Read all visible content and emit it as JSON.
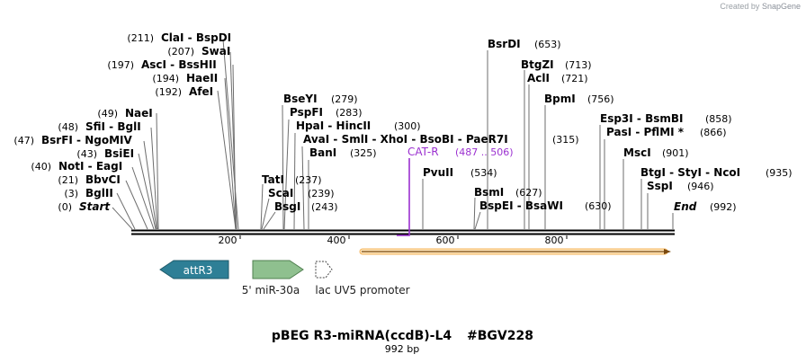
{
  "credit": {
    "prefix": "Created by",
    "brand": "SnapGene"
  },
  "title": "pBEG R3-miRNA(ccdB)-L4",
  "code": "#BGV228",
  "size_label": "992 bp",
  "length": 992,
  "ticks": [
    "200",
    "400",
    "600",
    "800"
  ],
  "sites_left": [
    {
      "pos": 211,
      "text": "ClaI - BspDI",
      "num": "(211)"
    },
    {
      "pos": 207,
      "text": "SwaI",
      "num": "(207)"
    },
    {
      "pos": 197,
      "text": "AscI - BssHII",
      "num": "(197)"
    },
    {
      "pos": 194,
      "text": "HaeII",
      "num": "(194)"
    },
    {
      "pos": 192,
      "text": "AfeI",
      "num": "(192)"
    },
    {
      "pos": 49,
      "text": "NaeI",
      "num": "(49)"
    },
    {
      "pos": 48,
      "text": "SfiI - BglI",
      "num": "(48)"
    },
    {
      "pos": 47,
      "text": "BsrFI - NgoMIV",
      "num": "(47)"
    },
    {
      "pos": 43,
      "text": "BsiEI",
      "num": "(43)"
    },
    {
      "pos": 40,
      "text": "NotI - EagI",
      "num": "(40)"
    },
    {
      "pos": 21,
      "text": "BbvCI",
      "num": "(21)"
    },
    {
      "pos": 3,
      "text": "BglII",
      "num": "(3)"
    },
    {
      "pos": 0,
      "text": "Start",
      "num": "(0)",
      "italic": true
    }
  ],
  "sites_right": [
    {
      "pos": 279,
      "text": "BseYI",
      "num": "(279)"
    },
    {
      "pos": 283,
      "text": "PspFI",
      "num": "(283)"
    },
    {
      "pos": 300,
      "text": "HpaI - HincII",
      "num": "(300)"
    },
    {
      "pos": 315,
      "text": "AvaI - SmlI - XhoI - BsoBI - PaeR7I",
      "num": "(315)"
    },
    {
      "pos": 325,
      "text": "BanI",
      "num": "(325)"
    },
    {
      "pos": 237,
      "text": "TatI",
      "num": "(237)"
    },
    {
      "pos": 239,
      "text": "ScaI",
      "num": "(239)"
    },
    {
      "pos": 243,
      "text": "BsgI",
      "num": "(243)"
    },
    {
      "pos": 534,
      "text": "PvuII",
      "num": "(534)"
    },
    {
      "pos": 653,
      "text": "BsrDI",
      "num": "(653)"
    },
    {
      "pos": 627,
      "text": "BsmI",
      "num": "(627)"
    },
    {
      "pos": 630,
      "text": "BspEI - BsaWI",
      "num": "(630)"
    },
    {
      "pos": 713,
      "text": "BtgZI",
      "num": "(713)"
    },
    {
      "pos": 721,
      "text": "AclI",
      "num": "(721)"
    },
    {
      "pos": 756,
      "text": "BpmI",
      "num": "(756)"
    },
    {
      "pos": 858,
      "text": "Esp3I - BsmBI",
      "num": "(858)"
    },
    {
      "pos": 866,
      "text": "PasI - PflMI *",
      "num": "(866)"
    },
    {
      "pos": 901,
      "text": "MscI",
      "num": "(901)"
    },
    {
      "pos": 935,
      "text": "BtgI - StyI - NcoI",
      "num": "(935)"
    },
    {
      "pos": 946,
      "text": "SspI",
      "num": "(946)"
    },
    {
      "pos": 992,
      "text": "End",
      "num": "(992)",
      "italic": true
    }
  ],
  "primer": {
    "label": "CAT-R",
    "range": "(487 .. 506)",
    "color": "#9b30d0"
  },
  "features": [
    {
      "name": "attR3",
      "color": "#2e7f96",
      "direction": "reverse"
    },
    {
      "name": "5' miR-30a",
      "color": "#8fc08f",
      "direction": "forward"
    },
    {
      "name": "lac UV5 promoter",
      "color": "#ffffff",
      "direction": "forward"
    }
  ],
  "orf_bar_color": "#f4b35a"
}
